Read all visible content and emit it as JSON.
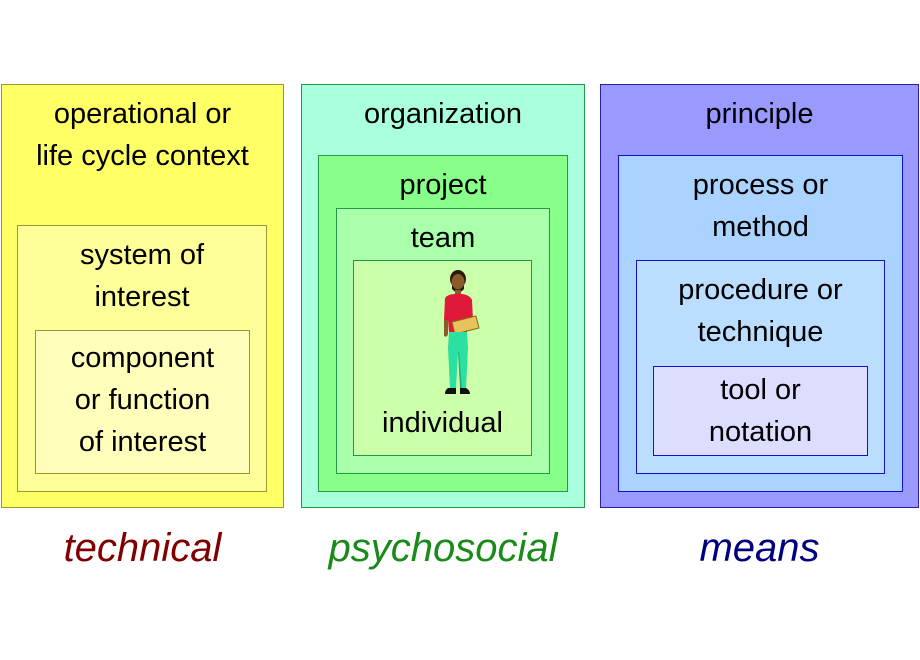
{
  "technical": {
    "outer_label": "operational or\nlife cycle context",
    "middle_label": "system of\ninterest",
    "inner_label": "component\nor function\nof interest",
    "caption": "technical",
    "caption_color": "#800000"
  },
  "psychosocial": {
    "outer_label": "organization",
    "project_label": "project",
    "team_label": "team",
    "individual_label": "individual",
    "caption": "psychosocial",
    "caption_color": "#1a8a1a"
  },
  "means": {
    "outer_label": "principle",
    "process_label": "process or\nmethod",
    "procedure_label": "procedure or\ntechnique",
    "tool_label": "tool or\nnotation",
    "caption": "means",
    "caption_color": "#000080"
  },
  "colors": {
    "technical_outer": "#ffff66",
    "technical_middle": "#ffff99",
    "technical_inner": "#ffffbb",
    "psychosocial_outer": "#aaffdd",
    "psychosocial_project": "#88ff88",
    "psychosocial_team": "#aaffaa",
    "psychosocial_individual": "#ccffaa",
    "means_outer": "#9999ff",
    "means_process": "#aad4ff",
    "means_procedure": "#bbddff",
    "means_tool": "#ddddff"
  },
  "icons": {
    "person": "person-icon"
  }
}
